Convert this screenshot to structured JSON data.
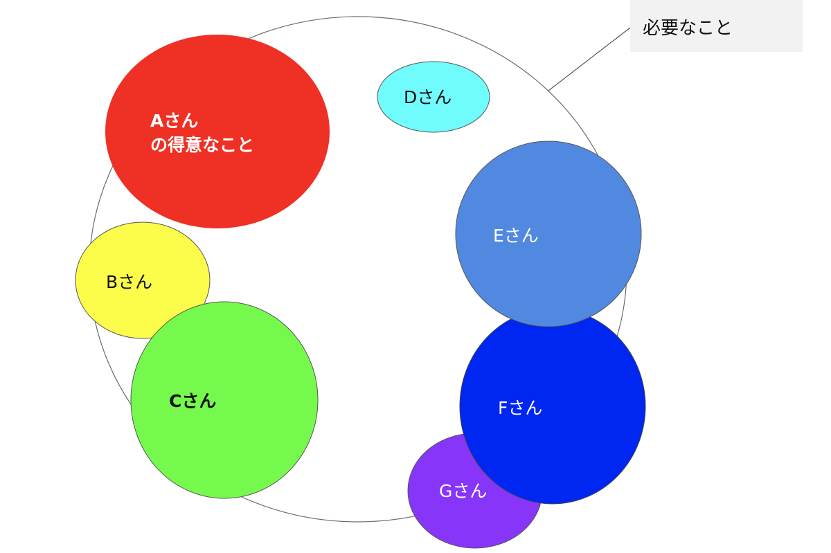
{
  "callout": {
    "text": "必要なこと"
  },
  "people": {
    "a": {
      "line1": "Aさん",
      "line2": "の得意なこと"
    },
    "b": {
      "label": "Bさん"
    },
    "c": {
      "label": "Cさん"
    },
    "d": {
      "label": "Dさん"
    },
    "e": {
      "label": "Eさん"
    },
    "f": {
      "label": "Fさん"
    },
    "g": {
      "label": "Gさん"
    }
  },
  "colors": {
    "a": "#ee3124",
    "b": "#fcfc4a",
    "c": "#76f94d",
    "d": "#70fbfd",
    "e": "#5289e0",
    "f": "#0026f2",
    "g": "#8635f9",
    "outline": "#6b6b6b",
    "callout_bg": "#f2f2f2"
  }
}
